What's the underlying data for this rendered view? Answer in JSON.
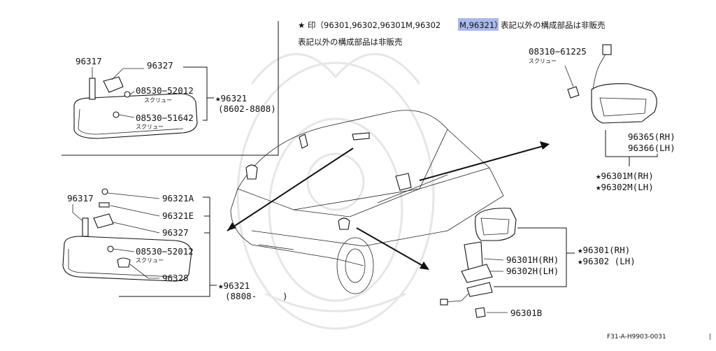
{
  "header": {
    "star": "★",
    "note_prefix": "印（96301,96302,96301M,96302",
    "highlight": "M,96321）",
    "note_suffix": "表記以外の構成部品は非販売",
    "note_line2": "表記以外の構成部品は非販売",
    "highlight_color": "#a9b9ec"
  },
  "top_left_mirror": {
    "labels": [
      "96317",
      "96327",
      "08530−52012",
      "スクリュー",
      "08530−51642",
      "スクリュー",
      "★96321",
      "(8602-8808)"
    ]
  },
  "bottom_left_mirror": {
    "labels": [
      "96317",
      "96321A",
      "96321E",
      "96327",
      "08530−52012",
      "スクリュー",
      "96328",
      "★96321",
      "(8808-"
    ]
  },
  "door_mirror_upper": {
    "labels": [
      "08310−61225",
      "スクリュー",
      "96365(RH)",
      "96366(LH)",
      "★96301M(RH)",
      "★96302M(LH)"
    ]
  },
  "door_mirror_lower": {
    "labels": [
      "★96301(RH)",
      "★96302 (LH)",
      "96301H(RH)",
      "96302H(LH)",
      "96301B"
    ]
  },
  "footer": {
    "code": "F31-A-H9903-0031",
    "mark": "|"
  }
}
